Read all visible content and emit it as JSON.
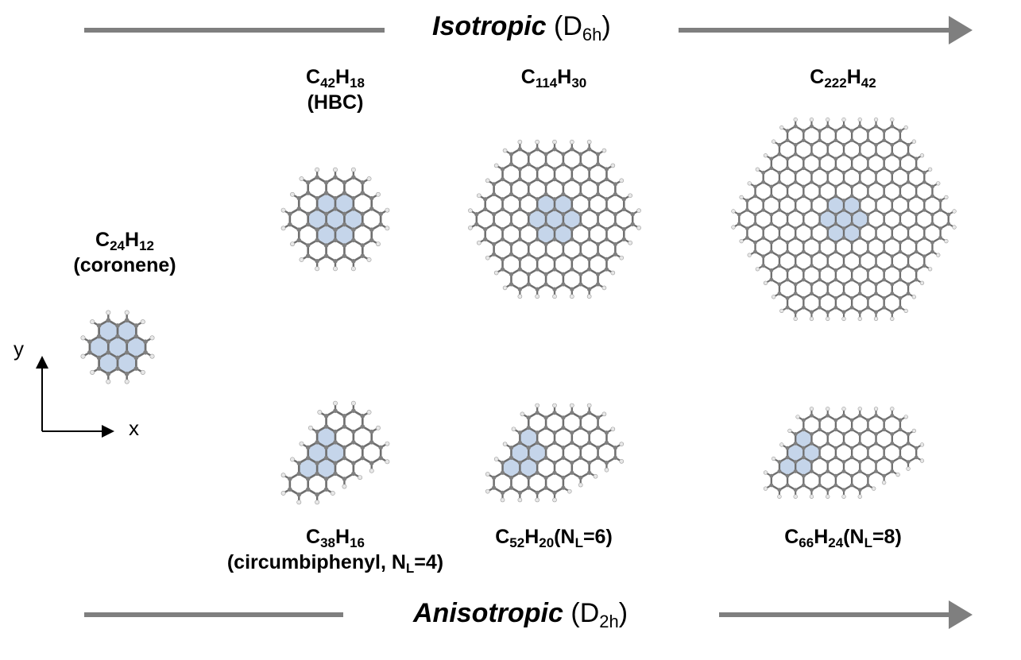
{
  "top_banner": {
    "word": "Isotropic",
    "symmetry": "D",
    "symmetry_sub": "6h",
    "close": ")"
  },
  "bottom_banner": {
    "word": "Anisotropic",
    "symmetry": "D",
    "symmetry_sub": "2h",
    "close": ")"
  },
  "axes": {
    "y": "y",
    "x": "x"
  },
  "labels": {
    "coronene": {
      "c": "24",
      "h": "12",
      "name": "(coronene)"
    },
    "hbc": {
      "c": "42",
      "h": "18",
      "name": "(HBC)"
    },
    "c114": {
      "c": "114",
      "h": "30"
    },
    "c222": {
      "c": "222",
      "h": "42"
    },
    "c38": {
      "c": "38",
      "h": "16",
      "name": "(circumbiphenyl, N",
      "nl_sub": "L",
      "nl_val": "=4)"
    },
    "c52": {
      "c": "52",
      "h": "20",
      "nl_pre": "(N",
      "nl_sub": "L",
      "nl_val": "=6)"
    },
    "c66": {
      "c": "66",
      "h": "24",
      "nl_pre": "(N",
      "nl_sub": "L",
      "nl_val": "=8)"
    }
  },
  "colors": {
    "arrow": "#7f7f7f",
    "bond": "#6e6e6e",
    "carbon": "#808080",
    "hydrogen": "#e8e8e8",
    "highlight": "#c5d5ea"
  }
}
